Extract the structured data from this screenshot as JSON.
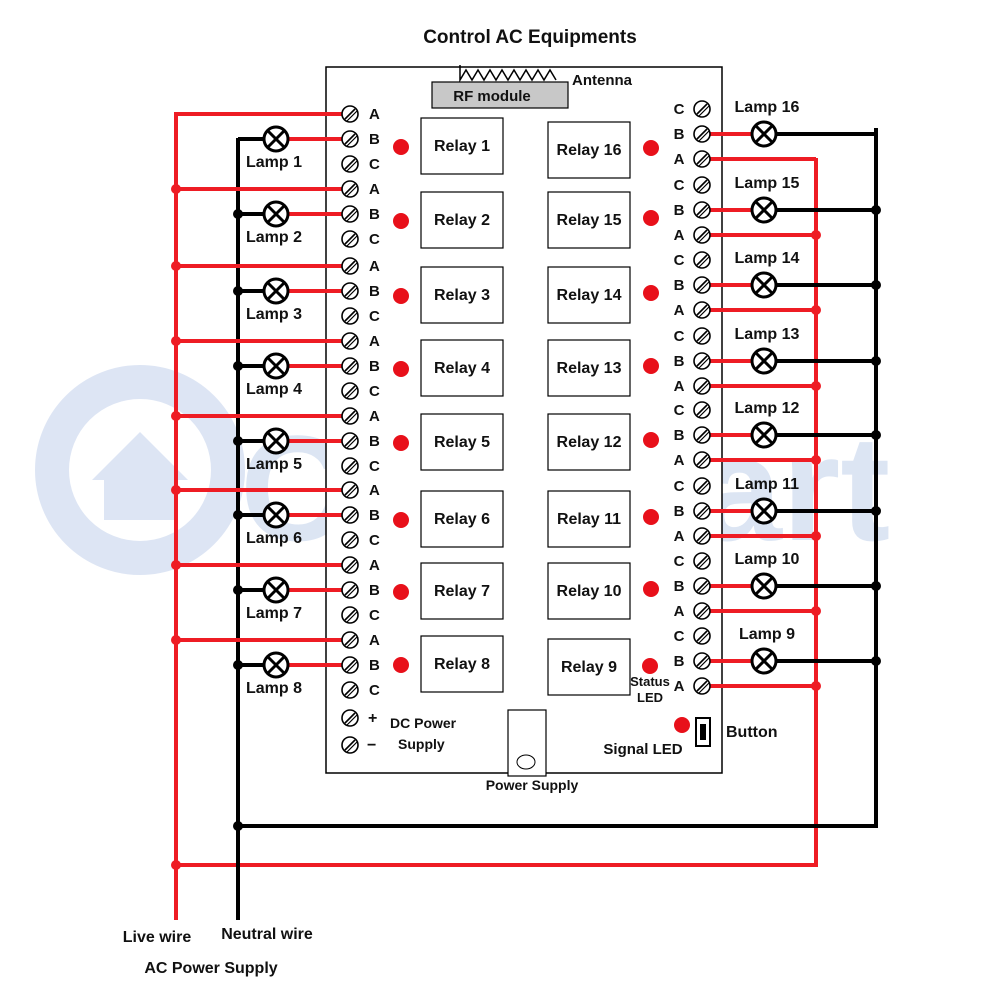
{
  "title": "Control AC Equipments",
  "watermark": "CaryMart",
  "rf_module": "RF module",
  "antenna": "Antenna",
  "terminal_letters": {
    "a": "A",
    "b": "B",
    "c": "C"
  },
  "dc_power": {
    "plus": "+",
    "minus": "−",
    "line1": "DC Power",
    "line2": "Supply"
  },
  "power_supply": "Power Supply",
  "status_led": {
    "line1": "Status",
    "line2": "LED"
  },
  "signal_led": "Signal LED",
  "button": "Button",
  "live_wire": "Live wire",
  "neutral_wire": "Neutral wire",
  "ac_power_supply": "AC Power Supply",
  "relays_left": [
    "Relay 1",
    "Relay 2",
    "Relay 3",
    "Relay 4",
    "Relay 5",
    "Relay 6",
    "Relay 7",
    "Relay 8"
  ],
  "relays_right": [
    "Relay 16",
    "Relay 15",
    "Relay 14",
    "Relay 13",
    "Relay 12",
    "Relay 11",
    "Relay 10",
    "Relay 9"
  ],
  "lamps_left": [
    "Lamp 1",
    "Lamp 2",
    "Lamp 3",
    "Lamp 4",
    "Lamp 5",
    "Lamp 6",
    "Lamp 7",
    "Lamp 8"
  ],
  "lamps_right": [
    "Lamp 16",
    "Lamp 15",
    "Lamp 14",
    "Lamp 13",
    "Lamp 12",
    "Lamp 11",
    "Lamp 10",
    "Lamp 9"
  ],
  "colors": {
    "live": "#ee1c24",
    "neutral": "#000000",
    "led": "#e8101a",
    "watermark": "#b3c6e6"
  }
}
